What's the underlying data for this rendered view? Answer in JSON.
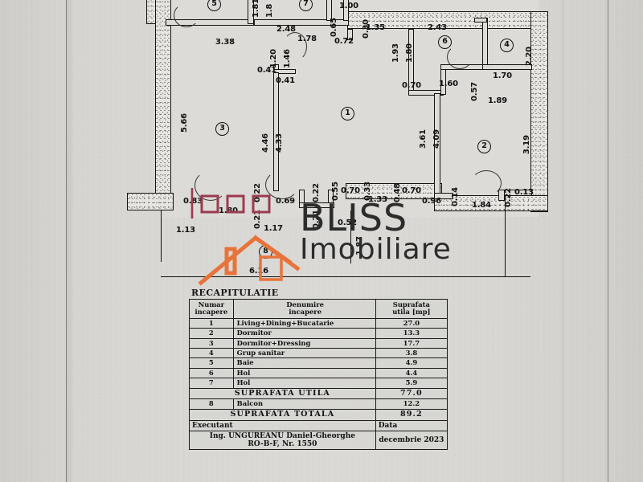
{
  "document": {
    "type": "floor-plan",
    "recap_title": "RECAPITULATIE"
  },
  "watermark": {
    "line1": "BLISS",
    "line2": "Imobiliare",
    "logo": "house-roof-logo",
    "logo_color": "#e8733a",
    "text_color": "#2c2c2c"
  },
  "table": {
    "headers": {
      "number": "Numar\nincapere",
      "number_l1": "Numar",
      "number_l2": "incapere",
      "name_l1": "Denumire",
      "name_l2": "incapere",
      "area_l1": "Suprafata",
      "area_l2": "utila [mp]"
    },
    "rows": [
      {
        "num": "1",
        "name": "Living+Dining+Bucatarie",
        "area": "27.0"
      },
      {
        "num": "2",
        "name": "Dormitor",
        "area": "13.3"
      },
      {
        "num": "3",
        "name": "Dormitor+Dressing",
        "area": "17.7"
      },
      {
        "num": "4",
        "name": "Grup sanitar",
        "area": "3.8"
      },
      {
        "num": "5",
        "name": "Baie",
        "area": "4.9"
      },
      {
        "num": "6",
        "name": "Hol",
        "area": "4.4"
      },
      {
        "num": "7",
        "name": "Hol",
        "area": "5.9"
      }
    ],
    "subtotal": {
      "label": "SUPRAFATA  UTILA",
      "value": "77.0"
    },
    "balcony": {
      "num": "8",
      "name": "Balcon",
      "area": "12.2"
    },
    "total": {
      "label": "SUPRAFATA  TOTALA",
      "value": "89.2"
    },
    "footer": {
      "executant_label": "Executant",
      "data_label": "Data",
      "executant_l1": "Ing. UNGUREANU Daniel-Gheorghe",
      "executant_l2": "RO-B-F, Nr. 1550",
      "date_value": "decembrie 2023"
    }
  },
  "plan": {
    "room_markers": [
      {
        "id": "5",
        "label": "5"
      },
      {
        "id": "7",
        "label": "7"
      },
      {
        "id": "6",
        "label": "6"
      },
      {
        "id": "4",
        "label": "4"
      },
      {
        "id": "1",
        "label": "1"
      },
      {
        "id": "3",
        "label": "3"
      },
      {
        "id": "2",
        "label": "2"
      },
      {
        "id": "8",
        "label": "8"
      }
    ],
    "dimensions": {
      "d_1_81": "1.81",
      "d_1_8": "1.8",
      "d_1_00": "1.00",
      "d_0_65": "0.65",
      "d_0_72": "0.72",
      "d_0_30": "0.30",
      "d_1_35": "1.35",
      "d_2_43": "2.43",
      "d_2_48": "2.48",
      "d_1_78": "1.78",
      "d_3_38": "3.38",
      "d_1_20": "1.20",
      "d_1_46": "1.46",
      "d_0_41a": "0.41",
      "d_0_41b": "0.41",
      "d_1_93": "1.93",
      "d_1_80top": "1.80",
      "d_2_20": "2.20",
      "d_0_70r": "0.70",
      "d_1_60": "1.60",
      "d_1_70": "1.70",
      "d_0_57": "0.57",
      "d_1_89": "1.89",
      "d_5_66": "5.66",
      "d_4_46": "4.46",
      "d_4_33": "4.33",
      "d_3_61": "3.61",
      "d_4_09": "4.09",
      "d_3_19": "3.19",
      "d_0_83": "0.83",
      "d_1_13": "1.13",
      "d_1_80b": "1.80",
      "d_0_22a": "0.22",
      "d_0_21a": "0.21",
      "d_0_69": "0.69",
      "d_0_22b": "0.22",
      "d_0_21b": "0.21",
      "d_1_17": "1.17",
      "d_0_55": "0.55",
      "d_0_70c": "0.70",
      "d_0_33": "0.33",
      "d_1_33": "1.33",
      "d_0_48": "0.48",
      "d_0_70d": "0.70",
      "d_0_52": "0.52",
      "d_1_87": "1.87",
      "d_0_96": "0.96",
      "d_0_14": "0.14",
      "d_1_84": "1.84",
      "d_0_22c": "0.22",
      "d_0_13": "0.13",
      "d_6_16": "6.16"
    }
  }
}
